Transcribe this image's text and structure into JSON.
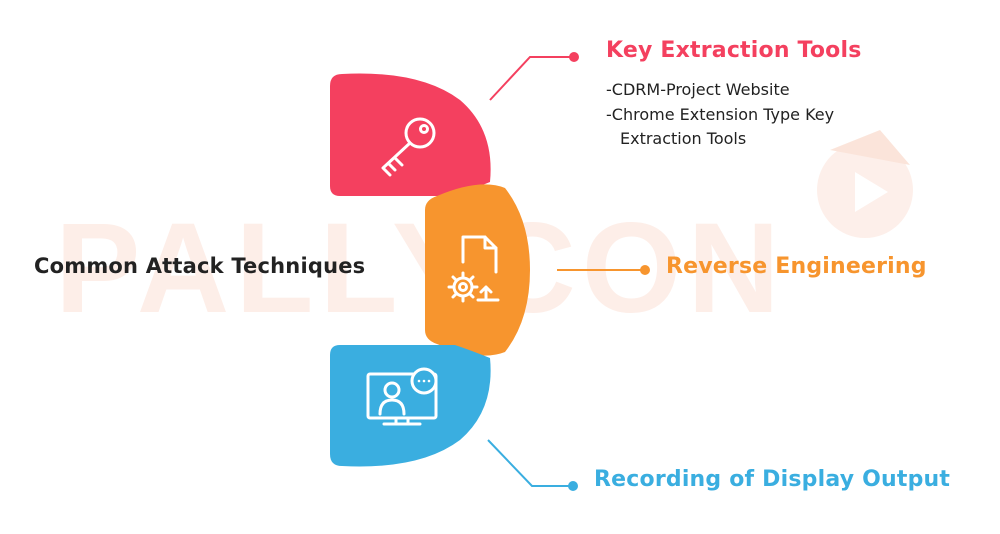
{
  "main_title": "Common Attack Techniques",
  "watermark": "PALLYCON",
  "items": [
    {
      "title": "Key Extraction Tools",
      "details": [
        "-CDRM-Project Website",
        "-Chrome Extension Type Key",
        "Extraction Tools"
      ],
      "color": "#f4405f",
      "icon": "key-icon"
    },
    {
      "title": "Reverse Engineering",
      "details": [],
      "color": "#f7952e",
      "icon": "document-gear-icon"
    },
    {
      "title": "Recording of Display Output",
      "details": [],
      "color": "#3aaee0",
      "icon": "screen-recording-icon"
    }
  ],
  "watermark_color": "#fdeee8"
}
